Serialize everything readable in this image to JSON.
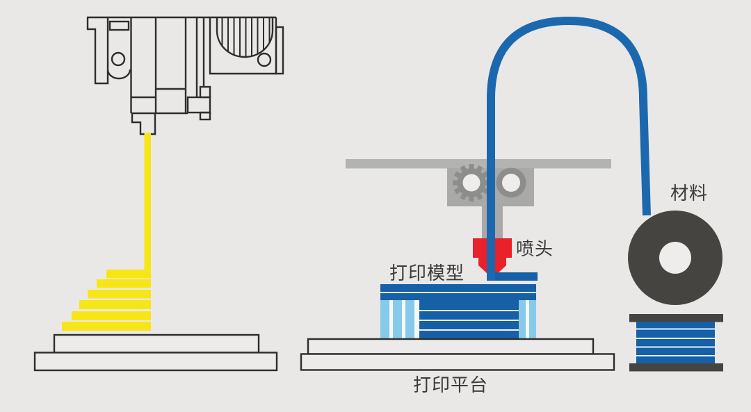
{
  "labels": {
    "material": "材料",
    "nozzle": "喷头",
    "printed_model": "打印模型",
    "print_platform": "打印平台"
  },
  "colors": {
    "background": "#e9e8e6",
    "outline_dark": "#2d2d2b",
    "filament_yellow": "#f7e617",
    "tube_blue": "#1c68af",
    "model_blue": "#1560a7",
    "support_light_blue": "#87c9e8",
    "nozzle_red": "#e8212b",
    "gantry_gray": "#b3b3b1",
    "carriage_gray": "#a9a9a7",
    "gear_gray": "#8d8d8b",
    "spool_dark": "#454441",
    "label_text": "#3b3b39"
  }
}
